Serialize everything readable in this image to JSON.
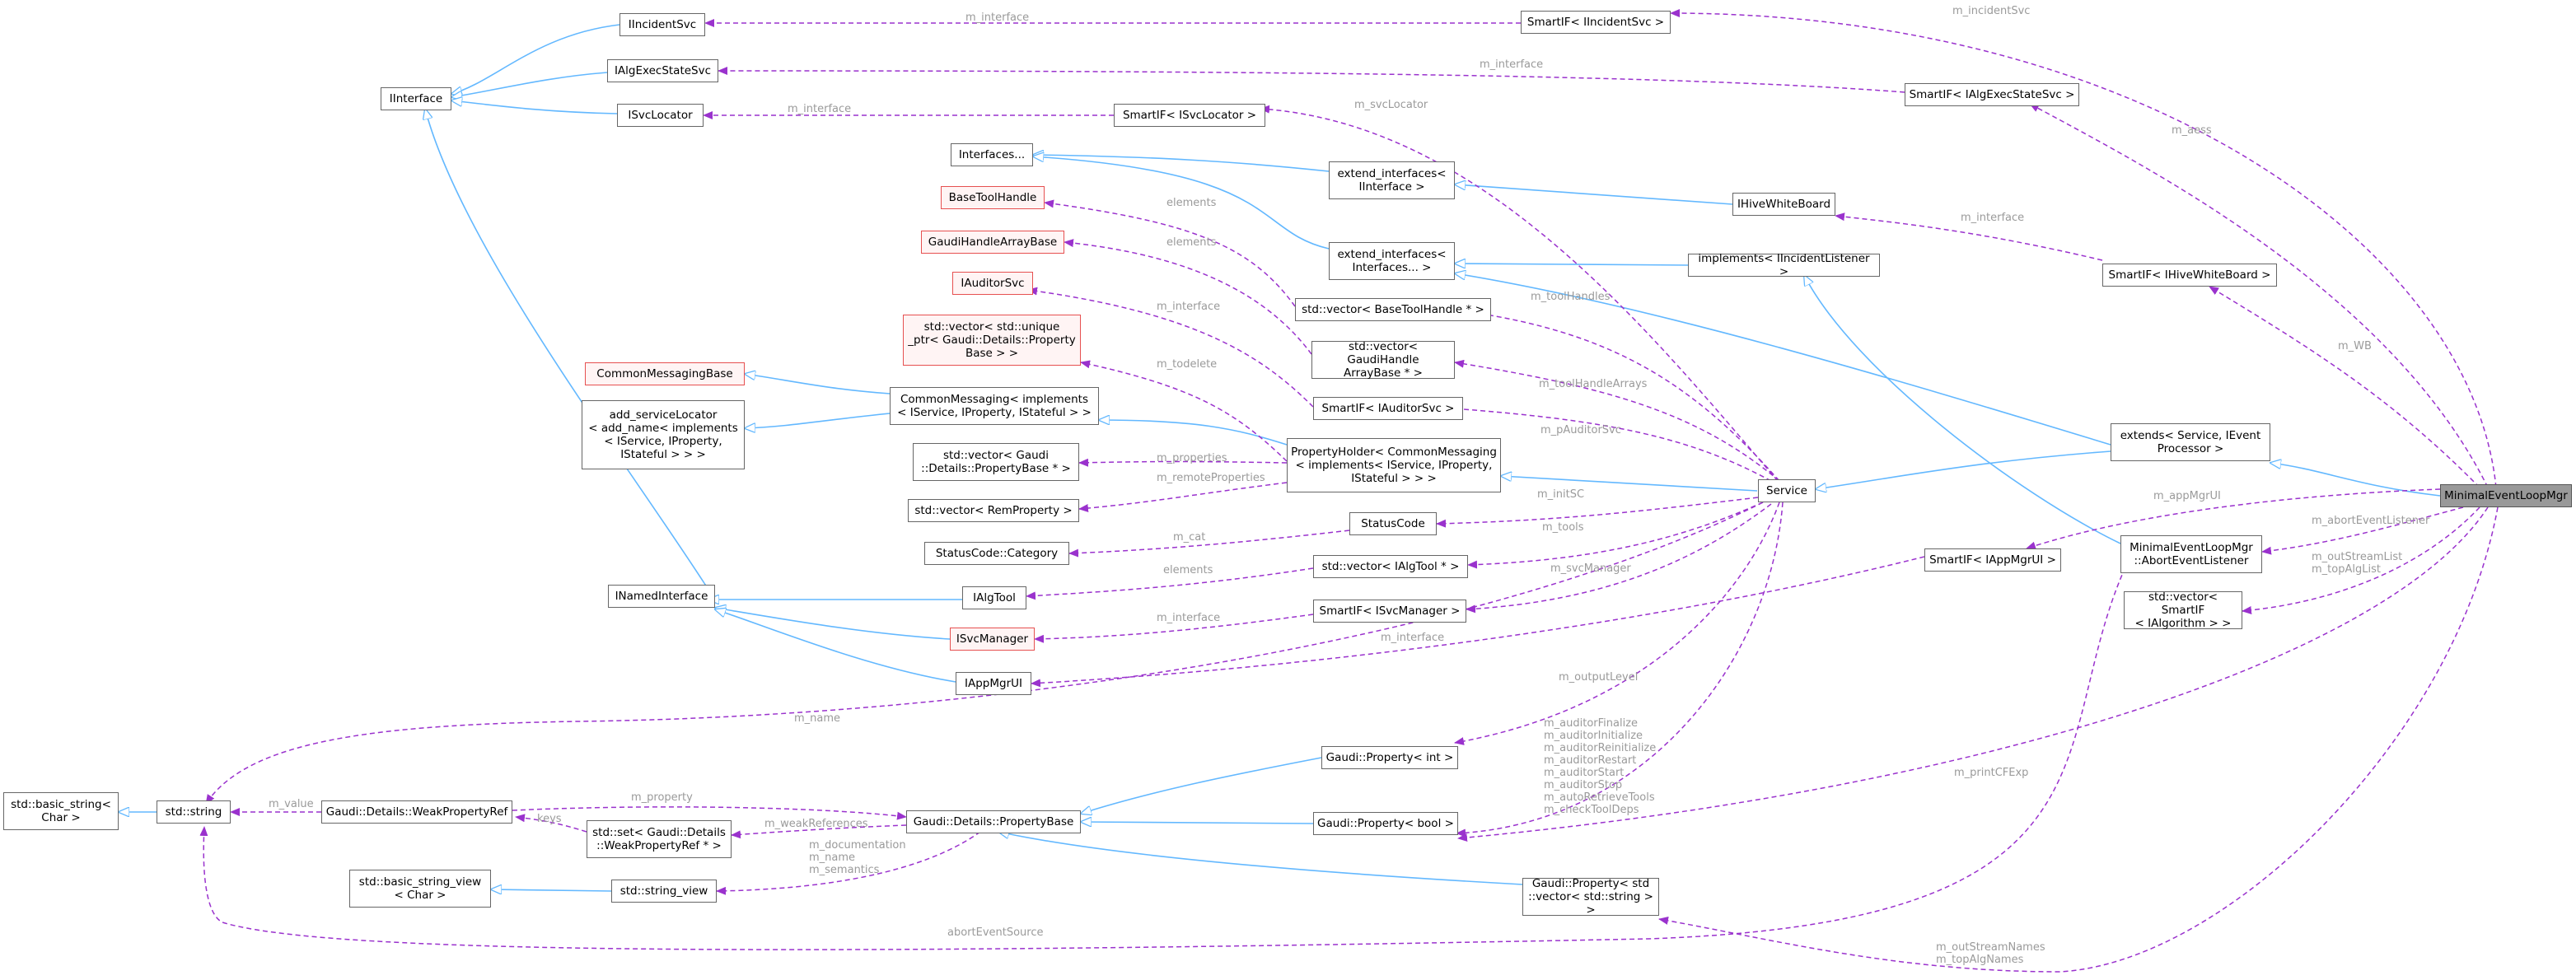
{
  "nodes": {
    "IIncidentSvc": "IIncidentSvc",
    "IAlgExecStateSvc": "IAlgExecStateSvc",
    "ISvcLocator": "ISvcLocator",
    "IInterface": "IInterface",
    "SmartIF_IIncidentSvc": "SmartIF< IIncidentSvc >",
    "SmartIF_IAlgExecStateSvc": "SmartIF< IAlgExecStateSvc >",
    "SmartIF_ISvcLocator": "SmartIF< ISvcLocator >",
    "Interfaces": "Interfaces...",
    "BaseToolHandle": "BaseToolHandle",
    "GaudiHandleArrayBase": "GaudiHandleArrayBase",
    "IAuditorSvc": "IAuditorSvc",
    "vec_unique_ptr": "std::vector< std::unique\n_ptr< Gaudi::Details::Property\nBase > >",
    "CommonMessagingBase": "CommonMessagingBase",
    "add_serviceLocator": "add_serviceLocator\n< add_name< implements\n< IService, IProperty,\nIStateful > > >",
    "CommonMessaging": "CommonMessaging< implements\n< IService, IProperty, IStateful > >",
    "vec_PropertyBase": "std::vector< Gaudi\n::Details::PropertyBase * >",
    "vec_RemProperty": "std::vector< RemProperty >",
    "StatusCode_Category": "StatusCode::Category",
    "INamedInterface": "INamedInterface",
    "IAlgTool": "IAlgTool",
    "ISvcManager": "ISvcManager",
    "IAppMgrUI": "IAppMgrUI",
    "extend_IInterface": "extend_interfaces<\nIInterface >",
    "extend_Interfaces": "extend_interfaces<\nInterfaces... >",
    "vec_BaseToolHandle": "std::vector< BaseToolHandle * >",
    "vec_GaudiHandleArrayBase": "std::vector< GaudiHandle\nArrayBase * >",
    "SmartIF_IAuditorSvc": "SmartIF< IAuditorSvc >",
    "PropertyHolder": "PropertyHolder< CommonMessaging\n< implements< IService, IProperty,\nIStateful > > >",
    "StatusCode": "StatusCode",
    "vec_IAlgTool": "std::vector< IAlgTool * >",
    "SmartIF_ISvcManager": "SmartIF< ISvcManager >",
    "IHiveWhiteBoard": "IHiveWhiteBoard",
    "implements_IIncidentListener": "implements< IIncidentListener >",
    "SmartIF_IHiveWhiteBoard": "SmartIF< IHiveWhiteBoard >",
    "Service": "Service",
    "extends_Service": "extends< Service, IEvent\nProcessor >",
    "SmartIF_IAppMgrUI": "SmartIF< IAppMgrUI >",
    "AbortEventListener": "MinimalEventLoopMgr\n::AbortEventListener",
    "vec_SmartIF_IAlgorithm": "std::vector< SmartIF\n< IAlgorithm > >",
    "MinimalEventLoopMgr": "MinimalEventLoopMgr",
    "basic_string": "std::basic_string<\nChar >",
    "std_string": "std::string",
    "WeakPropertyRef": "Gaudi::Details::WeakPropertyRef",
    "set_WeakPropertyRef": "std::set< Gaudi::Details\n::WeakPropertyRef * >",
    "PropertyBase": "Gaudi::Details::PropertyBase",
    "basic_string_view": "std::basic_string_view\n< Char >",
    "string_view": "std::string_view",
    "Property_int": "Gaudi::Property< int >",
    "Property_bool": "Gaudi::Property< bool >",
    "Property_vec_string": "Gaudi::Property< std\n::vector< std::string > >"
  },
  "edge_labels": {
    "m_incidentSvc": "m_incidentSvc",
    "m_interface_incident": "m_interface",
    "m_interface_algexec": "m_interface",
    "m_interface_svcloc": "m_interface",
    "m_aess": "m_aess",
    "m_svcLocator": "m_svcLocator",
    "elements_basetool": "elements",
    "elements_gaudihandle": "elements",
    "m_interface_auditor": "m_interface",
    "m_todelete": "m_todelete",
    "m_toolHandles": "m_toolHandles",
    "m_toolHandleArrays": "m_toolHandleArrays",
    "m_pAuditorSvc": "m_pAuditorSvc",
    "m_properties": "m_properties",
    "m_remoteProperties": "m_remoteProperties",
    "m_interface_hive": "m_interface",
    "m_WB": "m_WB",
    "m_initSC": "m_initSC",
    "m_cat": "m_cat",
    "m_tools": "m_tools",
    "elements_algtool": "elements",
    "m_svcManager": "m_svcManager",
    "m_interface_svcmgr": "m_interface",
    "m_interface_appmgr": "m_interface",
    "m_appMgrUI": "m_appMgrUI",
    "m_abortEventListener": "m_abortEventListener",
    "m_outStreamList": "m_outStreamList\nm_topAlgList",
    "m_name": "m_name",
    "m_outputLevel": "m_outputLevel",
    "m_auditor_group": "m_auditorFinalize\nm_auditorInitialize\nm_auditorReinitialize\nm_auditorRestart\nm_auditorStart\nm_auditorStop\nm_autoRetrieveTools\nm_checkToolDeps",
    "m_printCFExp": "m_printCFExp",
    "m_value": "m_value",
    "m_property": "m_property",
    "keys": "keys",
    "m_weakReferences": "m_weakReferences",
    "m_doc_group": "m_documentation\nm_name\nm_semantics",
    "abortEventSource": "abortEventSource",
    "m_outStreamNames": "m_outStreamNames\nm_topAlgNames"
  },
  "colors": {
    "inheritance": "#63b8ff",
    "usage": "#9a32cd",
    "label": "#9a9a9a",
    "highlight_fill": "#999999",
    "incomplete_border": "#e65050"
  }
}
